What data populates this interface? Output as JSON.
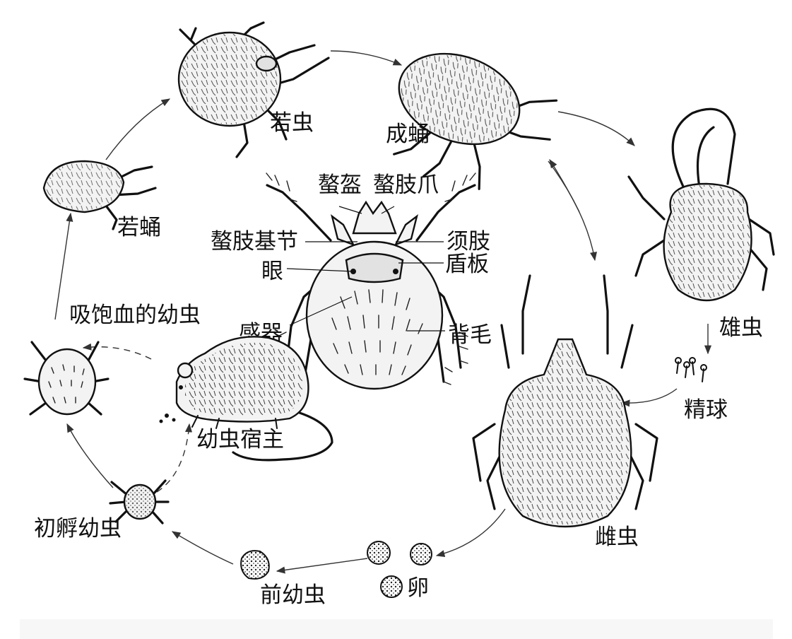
{
  "diagram": {
    "colors": {
      "ink": "#111111",
      "background": "#ffffff",
      "band": "#f7f7f8"
    },
    "stages": {
      "nymph": "若虫",
      "imago_chrysalis": "成蛹",
      "nymphochrysalis": "若蛹",
      "male": "雄虫",
      "spermatophore": "精球",
      "engorged_larva": "吸饱血的幼虫",
      "larval_host": "幼虫宿主",
      "female": "雌虫",
      "newly_hatched_larva": "初孵幼虫",
      "egg": "卵",
      "prelarva": "前幼虫"
    },
    "anatomy": {
      "chelicera_sheath": "螯盔",
      "chelicera_claw": "螯肢爪",
      "chelicera_base": "螯肢基节",
      "palp": "须肢",
      "scutum": "盾板",
      "eye": "眼",
      "sensillum": "感器",
      "dorsal_setae": "背毛"
    }
  }
}
